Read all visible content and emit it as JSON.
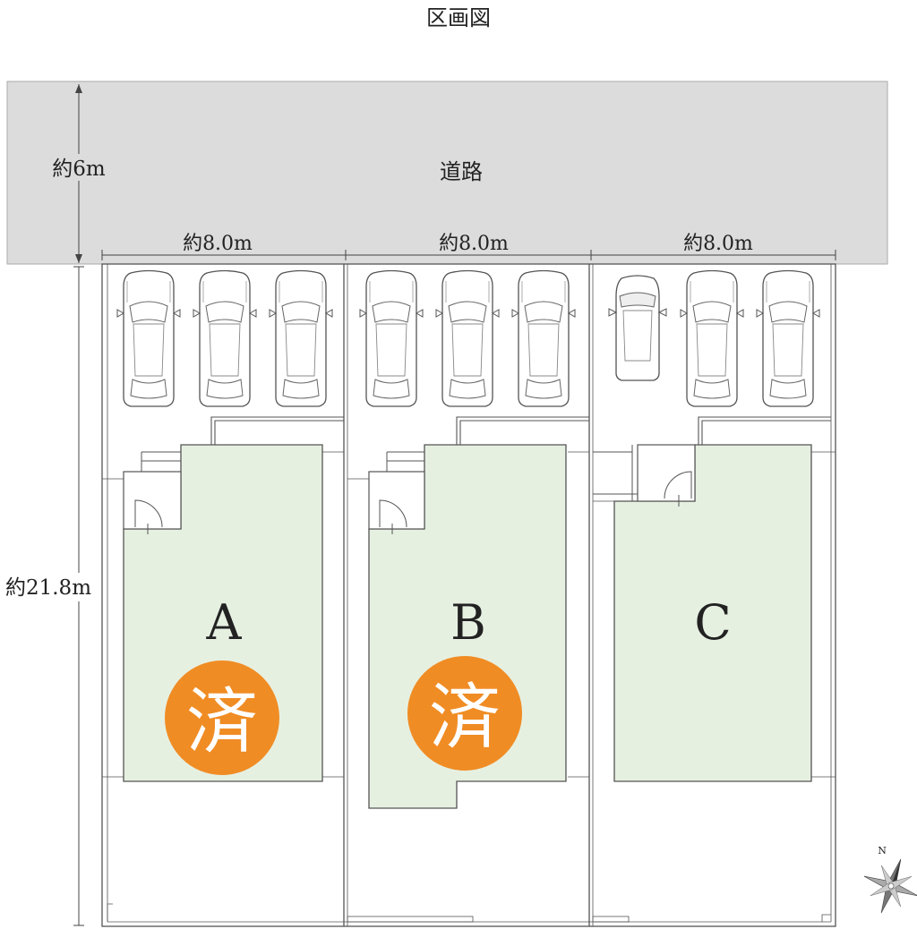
{
  "title": "区画図",
  "road_label": "道路",
  "road_width": "約6m",
  "depth": "約21.8m",
  "lots": [
    {
      "label": "A",
      "frontage": "約8.0m",
      "badge": "済"
    },
    {
      "label": "B",
      "frontage": "約8.0m",
      "badge": "済"
    },
    {
      "label": "C",
      "frontage": "約8.0m",
      "badge": ""
    }
  ],
  "compass_label": "N",
  "colors": {
    "road": "#dcdcdd",
    "building": "#e6f0e1",
    "badge": "#f08c24",
    "line": "#444444"
  }
}
